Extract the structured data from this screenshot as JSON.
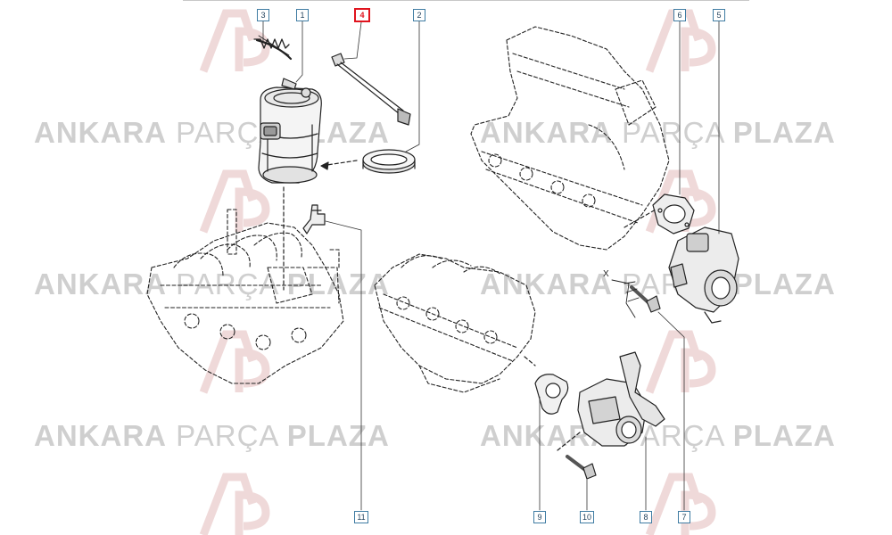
{
  "watermark": {
    "word1": "ANKARA",
    "word2": "PARÇA",
    "word3": "PLAZA",
    "color": "#cfcfcf",
    "logo_color": "#e8c4c4"
  },
  "callouts": [
    {
      "id": "c3",
      "label": "3",
      "highlight": false
    },
    {
      "id": "c1",
      "label": "1",
      "highlight": false
    },
    {
      "id": "c4",
      "label": "4",
      "highlight": true
    },
    {
      "id": "c2",
      "label": "2",
      "highlight": false
    },
    {
      "id": "c6",
      "label": "6",
      "highlight": false
    },
    {
      "id": "c5",
      "label": "5",
      "highlight": false
    },
    {
      "id": "c11",
      "label": "11",
      "highlight": false
    },
    {
      "id": "c9",
      "label": "9",
      "highlight": false
    },
    {
      "id": "c10",
      "label": "10",
      "highlight": false
    },
    {
      "id": "c8",
      "label": "8",
      "highlight": false
    },
    {
      "id": "c7",
      "label": "7",
      "highlight": false
    }
  ],
  "annotation_x": "X",
  "colors": {
    "callout_border": "#3f7ca3",
    "highlight": "#e0141e",
    "line": "#222222"
  }
}
